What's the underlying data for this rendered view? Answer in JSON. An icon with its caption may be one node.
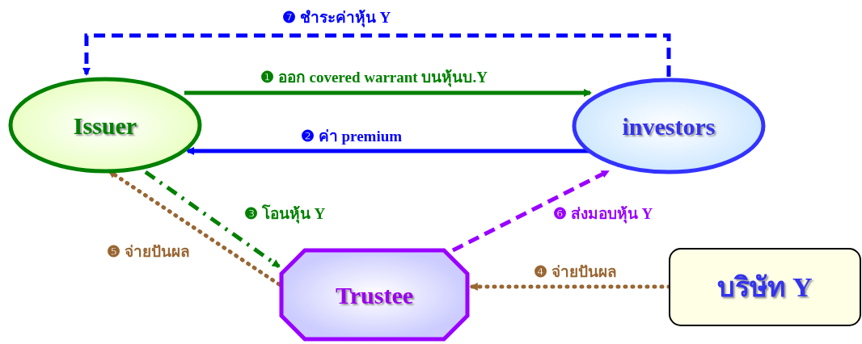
{
  "diagram": {
    "nodes": [
      {
        "text": [
          "Issuer"
        ]
      },
      {
        "text": [
          "investors"
        ]
      },
      {
        "text": [
          "Trustee"
        ]
      },
      {
        "text": [
          "บริษัท Y"
        ]
      }
    ],
    "edges": [
      {
        "from": 0,
        "to": 1,
        "arrow": "to",
        "label": "❶ ออก covered warrant บนหุ้นบ.Y",
        "color": "#008000"
      },
      {
        "from": 1,
        "to": 0,
        "arrow": "to",
        "label": "❷ ค่า premium",
        "color": "#0000ff"
      },
      {
        "from": 0,
        "to": 2,
        "arrow": "to",
        "label": "❸ โอนหุ้น Y",
        "style": "dashed",
        "color": "#008000"
      },
      {
        "from": 3,
        "to": 2,
        "arrow": "to",
        "label": "❹ จ่ายปันผล",
        "style": "dashed",
        "color": "#996633"
      },
      {
        "from": 2,
        "to": 0,
        "arrow": "to",
        "label": "❺ จ่ายปันผล",
        "style": "dashed",
        "color": "#996633"
      },
      {
        "from": 2,
        "to": 1,
        "arrow": "to",
        "label": "❻ ส่งมอบหุ้น Y",
        "style": "dashed",
        "color": "#9900ff"
      },
      {
        "from": 1,
        "to": 0,
        "arrow": "to",
        "label": "❼ ชำระค่าหุ้น Y",
        "style": "dashed",
        "color": "#0000ff"
      }
    ]
  }
}
